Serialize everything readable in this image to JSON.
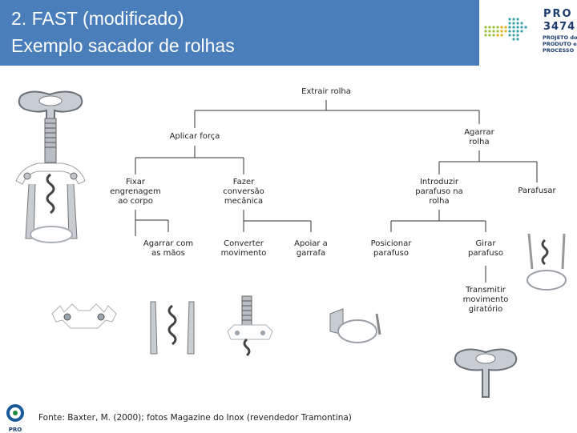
{
  "header": {
    "title_line1": "2. FAST (modificado)",
    "title_line2": "Exemplo sacador de rolhas",
    "background_color": "#4a7ebb"
  },
  "logo": {
    "line1": "PRO",
    "line2": "3474",
    "line3": "PROJETO do",
    "line4": "PRODUTO e",
    "line5": "PROCESSO"
  },
  "diagram": {
    "nodes": {
      "extrair_rolha": "Extrair rolha",
      "aplicar_forca": "Aplicar força",
      "agarrar_rolha": "Agarrar rolha",
      "fixar_engrenagem": "Fixar engrenagem ao corpo",
      "fazer_conversao": "Fazer conversão mecânica",
      "introduzir_parafuso": "Introduzir parafuso na rolha",
      "parafusar": "Parafusar",
      "agarrar_maos": "Agarrar com as mãos",
      "converter_movimento": "Converter movimento",
      "apoiar_garrafa": "Apoiar a garrafa",
      "posicionar_parafuso": "Posicionar parafuso",
      "girar_parafuso": "Girar parafuso",
      "transmitir_movimento": "Transmitir movimento giratório"
    }
  },
  "caption": "Fonte: Baxter, M. (2000); fotos Magazine do Inox (revendedor Tramontina)",
  "footer_logo": "PRO"
}
